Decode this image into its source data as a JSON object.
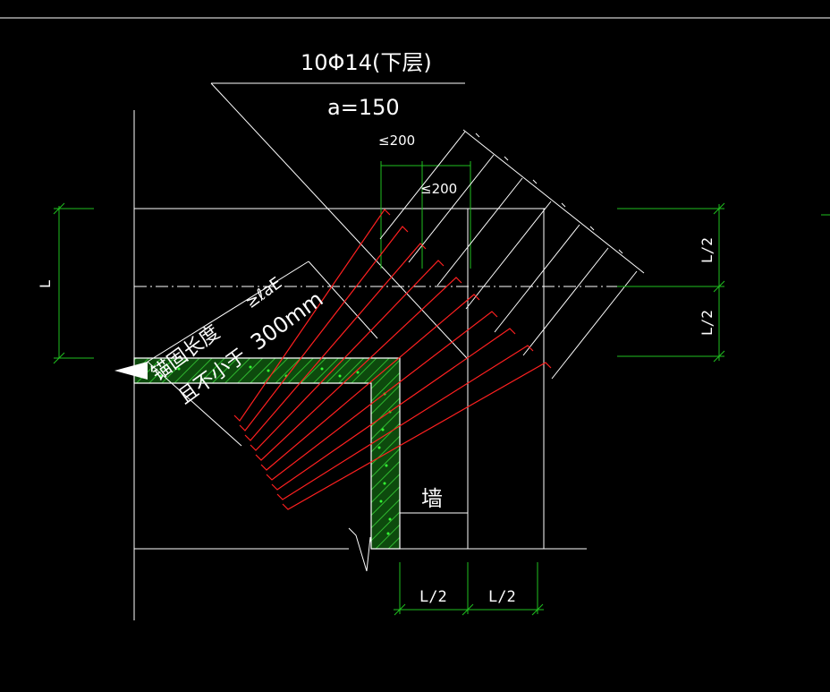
{
  "colors": {
    "background": "#000000",
    "line": "#ffffff",
    "rebar": "#ff2020",
    "dimension": "#1fc01f",
    "hatch_fill": "#1a6b1a",
    "hatch_dots": "#33ff33"
  },
  "labels": {
    "rebar_spec": "10Φ14(下层)",
    "spacing": "a=150",
    "max_200_top": "≤200",
    "max_200_inner": "≤200",
    "anchor_length": "≥ℓaE",
    "anchor_min": "300mm",
    "anchor_note_1": "锚固长度",
    "anchor_note_2": "且不小于",
    "wall": "墙",
    "dim_left": "L",
    "dim_right_upper": "L/2",
    "dim_right_lower": "L/2",
    "dim_bottom_left": "L/2",
    "dim_bottom_right": "L/2"
  },
  "rebar_count": 10
}
